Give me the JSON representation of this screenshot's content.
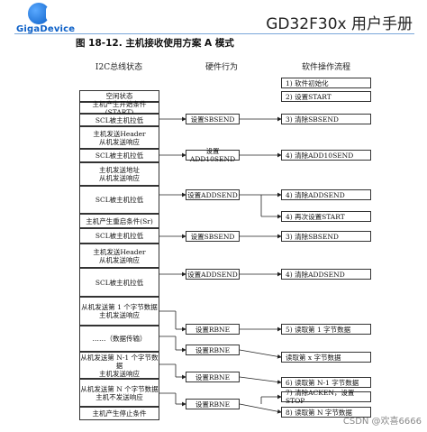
{
  "header": {
    "logo_text": "GigaDevice",
    "doc_title": "GD32F30x 用户手册"
  },
  "figure": {
    "title": "图 18-12.  主机接收使用方案 A 模式"
  },
  "columns": {
    "bus": "I2C总线状态",
    "hw": "硬件行为",
    "sw": "软件操作流程"
  },
  "bus_states": [
    "空闲状态",
    "主机产生开始条件(START)",
    "SCL被主机拉低",
    "主机发送Header\n从机发送响应",
    "SCL被主机拉低",
    "主机发送地址\n从机发送响应",
    "SCL被主机拉低",
    "主机产生重启条件(Sr)",
    "SCL被主机拉低",
    "主机发送Header\n从机发送响应",
    "SCL被主机拉低",
    "从机发送第 1 个字节数据\n主机发送响应",
    "……（数据传输）",
    "从机发送第 N-1 个字节数据\n主机发送响应",
    "从机发送第 N 个字节数据\n主机不发送响应",
    "主机产生停止条件"
  ],
  "hw_actions": [
    "设置SBSEND",
    "设置ADD10SEND",
    "设置ADDSEND",
    "设置SBSEND",
    "设置ADDSEND",
    "设置RBNE",
    "设置RBNE",
    "设置RBNE",
    "设置RBNE"
  ],
  "sw_steps": [
    "1) 软件初始化",
    "2) 设置START",
    "3) 清除SBSEND",
    "4) 清除ADD10SEND",
    "4) 清除ADDSEND",
    "4) 再次设置START",
    "3) 清除SBSEND",
    "4) 清除ADDSEND",
    "5) 读取第 1 字节数据",
    "读取第 x 字节数据",
    "6) 读取第 N-1 字节数据",
    "7) 清除ACKEN，设置STOP",
    "8) 读取第 N 字节数据"
  ],
  "watermark": "CSDN @欢喜6666"
}
